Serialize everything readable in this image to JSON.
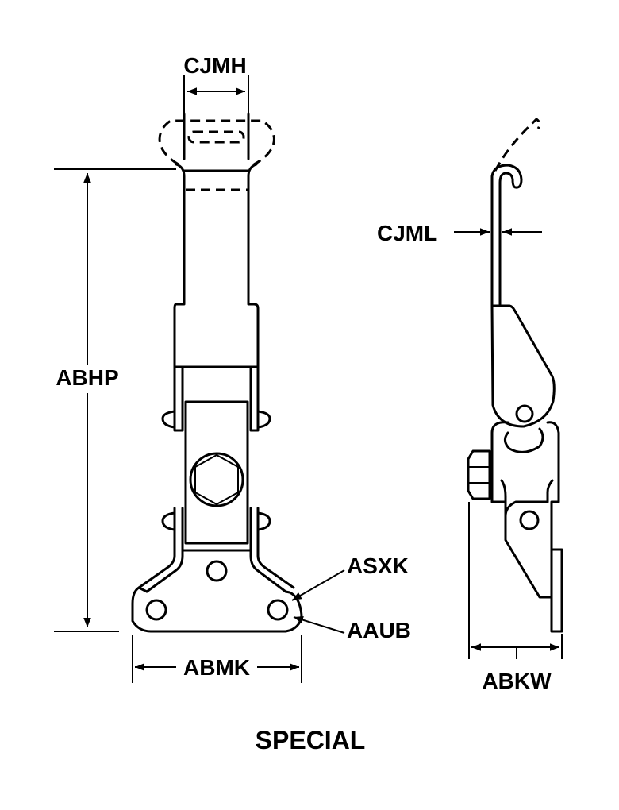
{
  "labels": {
    "cjmh": "CJMH",
    "abhp": "ABHP",
    "abmk": "ABMK",
    "asxk": "ASXK",
    "aaub": "AAUB",
    "cjml": "CJML",
    "abkw": "ABKW"
  },
  "caption": "SPECIAL"
}
